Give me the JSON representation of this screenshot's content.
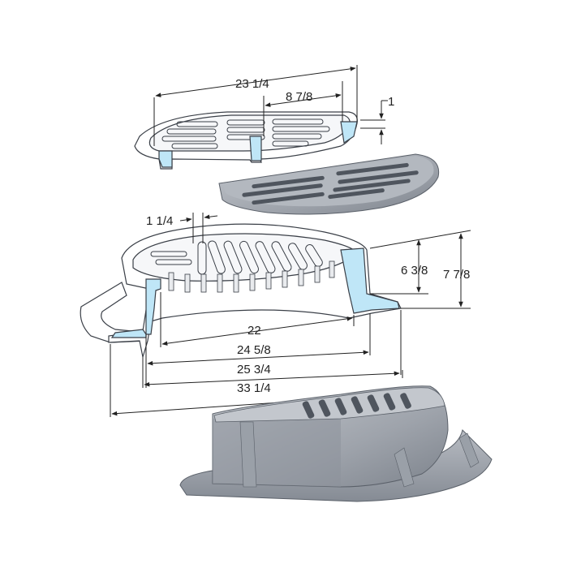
{
  "colors": {
    "casting_fill": "#ffffff",
    "section_cut": "#bfe6f7",
    "casting_shaded": "#a8adb5",
    "casting_dark": "#6f757e",
    "slot": "#4f555e",
    "dimension": "#222222"
  },
  "dimensions": {
    "grate_width": "23 1/4",
    "grate_half": "8 7/8",
    "grate_thickness": "1",
    "bar_spacing": "1 1/4",
    "inner_height": "6 3/8",
    "overall_height": "7 7/8",
    "clear_opening": "22",
    "seat_width": "24 5/8",
    "frame_width": "25 3/4",
    "flange_width": "33 1/4"
  }
}
